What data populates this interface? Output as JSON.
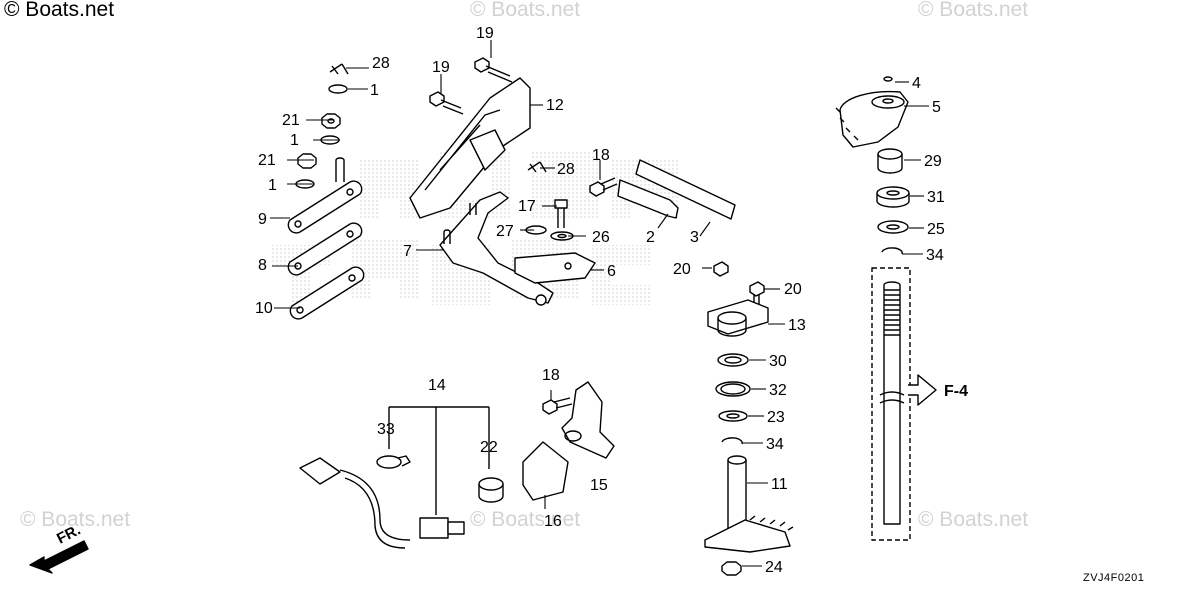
{
  "copyright": "© Boats.net",
  "watermark": "© Boats.net",
  "diagram_code": "ZVJ4F0201",
  "direction_label": "FR.",
  "reference_label": "F-4",
  "callouts": [
    "28",
    "1",
    "21",
    "1",
    "21",
    "1",
    "9",
    "8",
    "10",
    "19",
    "19",
    "12",
    "7",
    "18",
    "28",
    "17",
    "27",
    "26",
    "2",
    "3",
    "6",
    "20",
    "20",
    "4",
    "5",
    "29",
    "31",
    "25",
    "34",
    "13",
    "30",
    "32",
    "23",
    "34",
    "11",
    "24",
    "14",
    "33",
    "22",
    "18",
    "15",
    "16"
  ]
}
